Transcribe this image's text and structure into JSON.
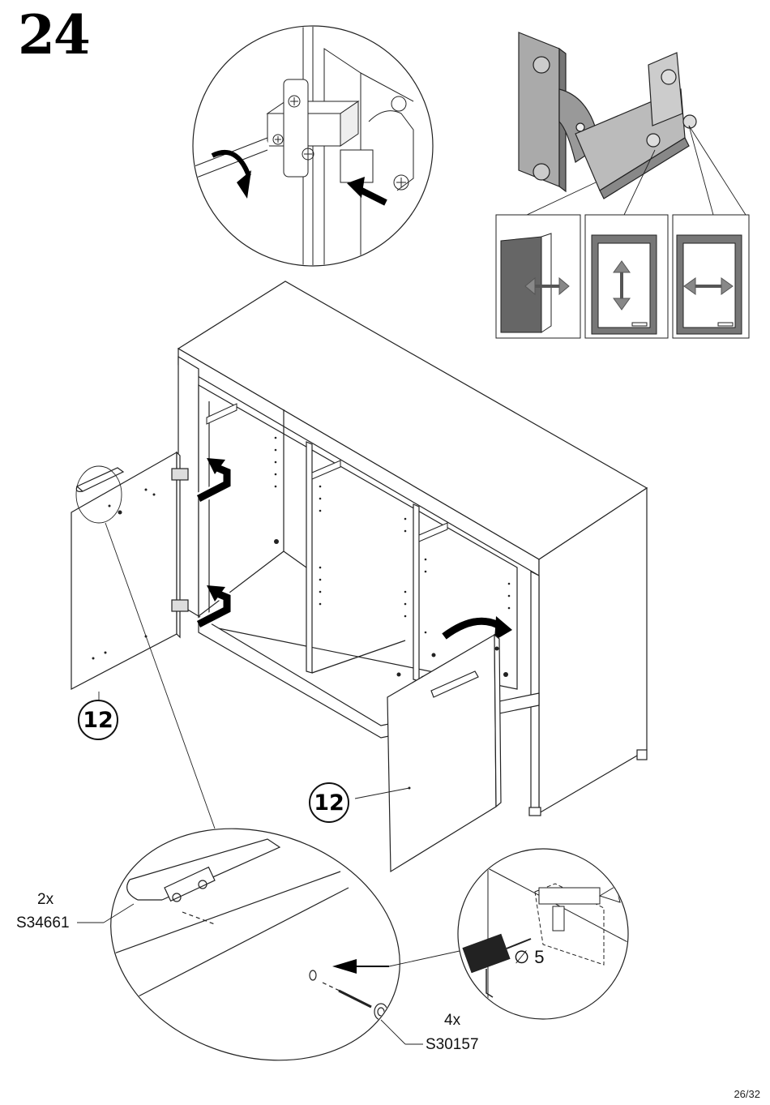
{
  "step_number": "24",
  "part_labels": {
    "door_left": "12",
    "door_right": "12"
  },
  "handle_part": {
    "qty": "2x",
    "code": "S34661"
  },
  "screw_part": {
    "qty": "4x",
    "code": "S30157"
  },
  "drill_diameter": "∅ 5",
  "page_number": "26/32",
  "icon_names": [
    "screwdriver-rotate-arrow-icon",
    "push-arrow-icon",
    "depth-adjust-icon",
    "vertical-adjust-icon",
    "horizontal-adjust-icon"
  ]
}
